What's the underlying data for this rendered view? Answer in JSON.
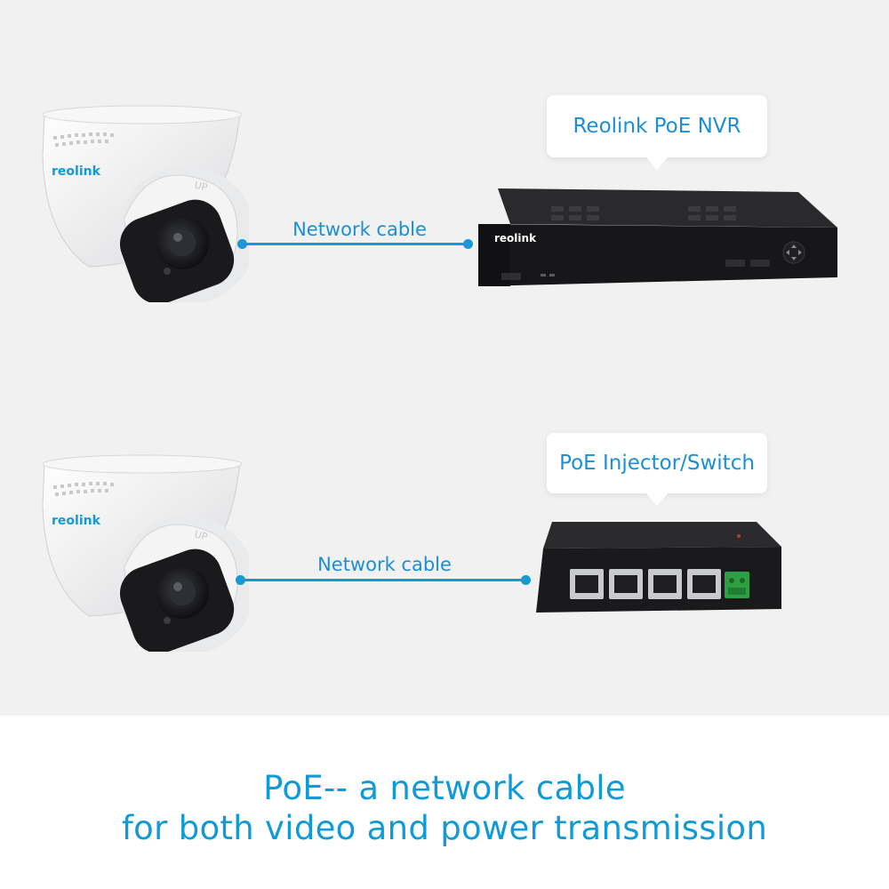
{
  "top_row": {
    "camera_brand": "reolink",
    "camera_mark": "UP",
    "cable_label": "Network cable",
    "device_label": "Reolink PoE NVR",
    "nvr_brand": "reolink"
  },
  "bottom_row": {
    "camera_brand": "reolink",
    "camera_mark": "UP",
    "cable_label": "Network cable",
    "device_label": "PoE Injector/Switch"
  },
  "footer": {
    "line1": "PoE-- a network cable",
    "line2": "for both video and power transmission"
  },
  "colors": {
    "accent": "#129ad7",
    "stage_background": "#f1f1f2",
    "nvr_body": "#1c1c1e",
    "connector_green": "#2ea043"
  }
}
